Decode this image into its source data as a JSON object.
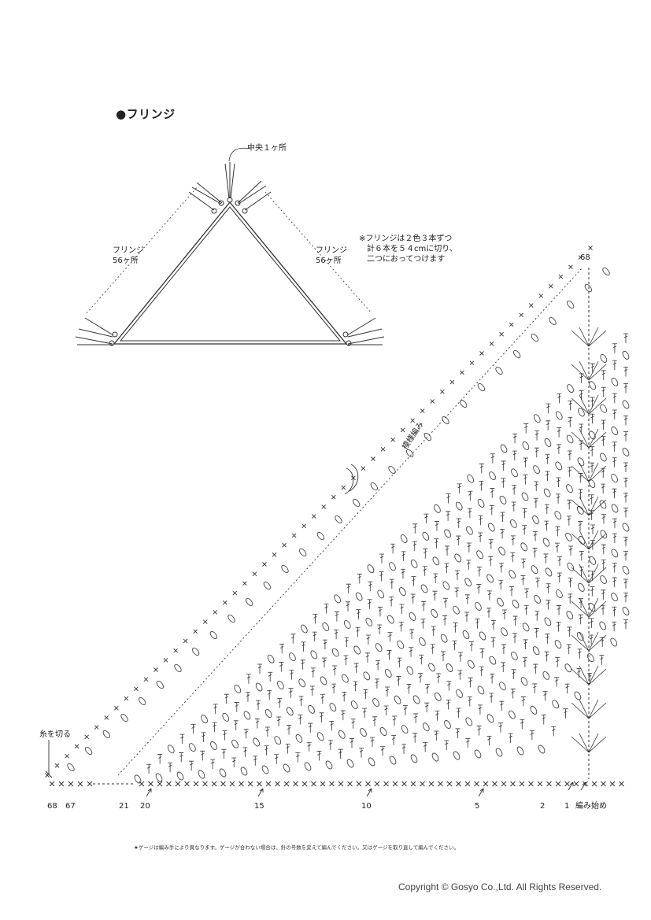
{
  "fringe_section": {
    "title": "●フリンジ",
    "center_label": "中央１ヶ所",
    "left_label": [
      "フリンジ",
      "56ヶ所"
    ],
    "right_label": [
      "フリンジ",
      "56ヶ所"
    ],
    "note": "※フリンジは２色３本ずつ\n　計６本を５４cmに切り、\n　二つにおってつけます"
  },
  "chart": {
    "pattern_label": "模様編み",
    "cut_label": "糸を切る",
    "start_label": "編み始め",
    "top_row_label": "68",
    "row_labels": [
      "68",
      "67",
      "21",
      "20",
      "15",
      "10",
      "5",
      "2",
      "1"
    ]
  },
  "footer": {
    "note": "★ゲージは編み手により異なります。ゲージが合わない場合は、針の号数を変えて編んでください。又はゲージを取り直して編んでください。",
    "copyright": "Copyright © Gosyo Co.,Ltd. All Rights Reserved."
  }
}
